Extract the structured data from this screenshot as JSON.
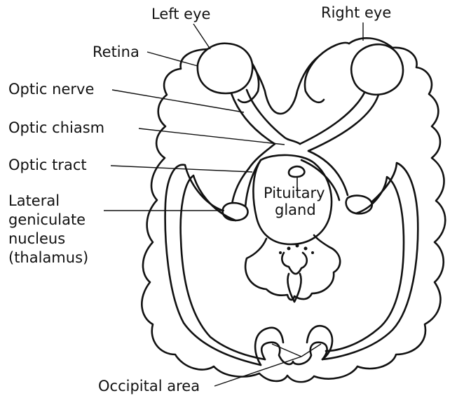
{
  "labels": {
    "left_eye": "Left eye",
    "right_eye": "Right eye",
    "retina": "Retina",
    "optic_nerve": "Optic nerve",
    "optic_chiasm": "Optic chiasm",
    "optic_tract": "Optic tract",
    "lgn_line1": "Lateral",
    "lgn_line2": "geniculate",
    "lgn_line3": "nucleus",
    "lgn_line4": "(thalamus)",
    "pituitary_line1": "Pituitary",
    "pituitary_line2": "gland",
    "occipital_area": "Occipital area"
  }
}
